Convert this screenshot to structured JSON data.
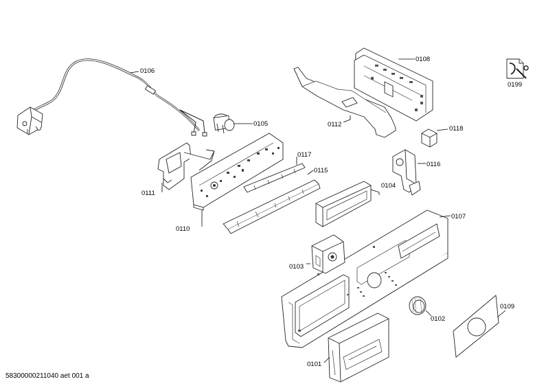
{
  "diagram": {
    "callouts": [
      {
        "id": "0106",
        "text": "0106"
      },
      {
        "id": "0105",
        "text": "0105"
      },
      {
        "id": "0111",
        "text": "0111"
      },
      {
        "id": "0110",
        "text": "0110"
      },
      {
        "id": "0117",
        "text": "0117"
      },
      {
        "id": "0115",
        "text": "0115"
      },
      {
        "id": "0108",
        "text": "0108"
      },
      {
        "id": "0112",
        "text": "0112"
      },
      {
        "id": "0118",
        "text": "0118"
      },
      {
        "id": "0116",
        "text": "0116"
      },
      {
        "id": "0104",
        "text": "0104"
      },
      {
        "id": "0107",
        "text": "0107"
      },
      {
        "id": "0103",
        "text": "0103"
      },
      {
        "id": "0102",
        "text": "0102"
      },
      {
        "id": "0109",
        "text": "0109"
      },
      {
        "id": "0101",
        "text": "0101"
      },
      {
        "id": "0199",
        "text": "0199"
      }
    ]
  },
  "footer": {
    "document_id": "58300000211040 aet 001 a"
  }
}
